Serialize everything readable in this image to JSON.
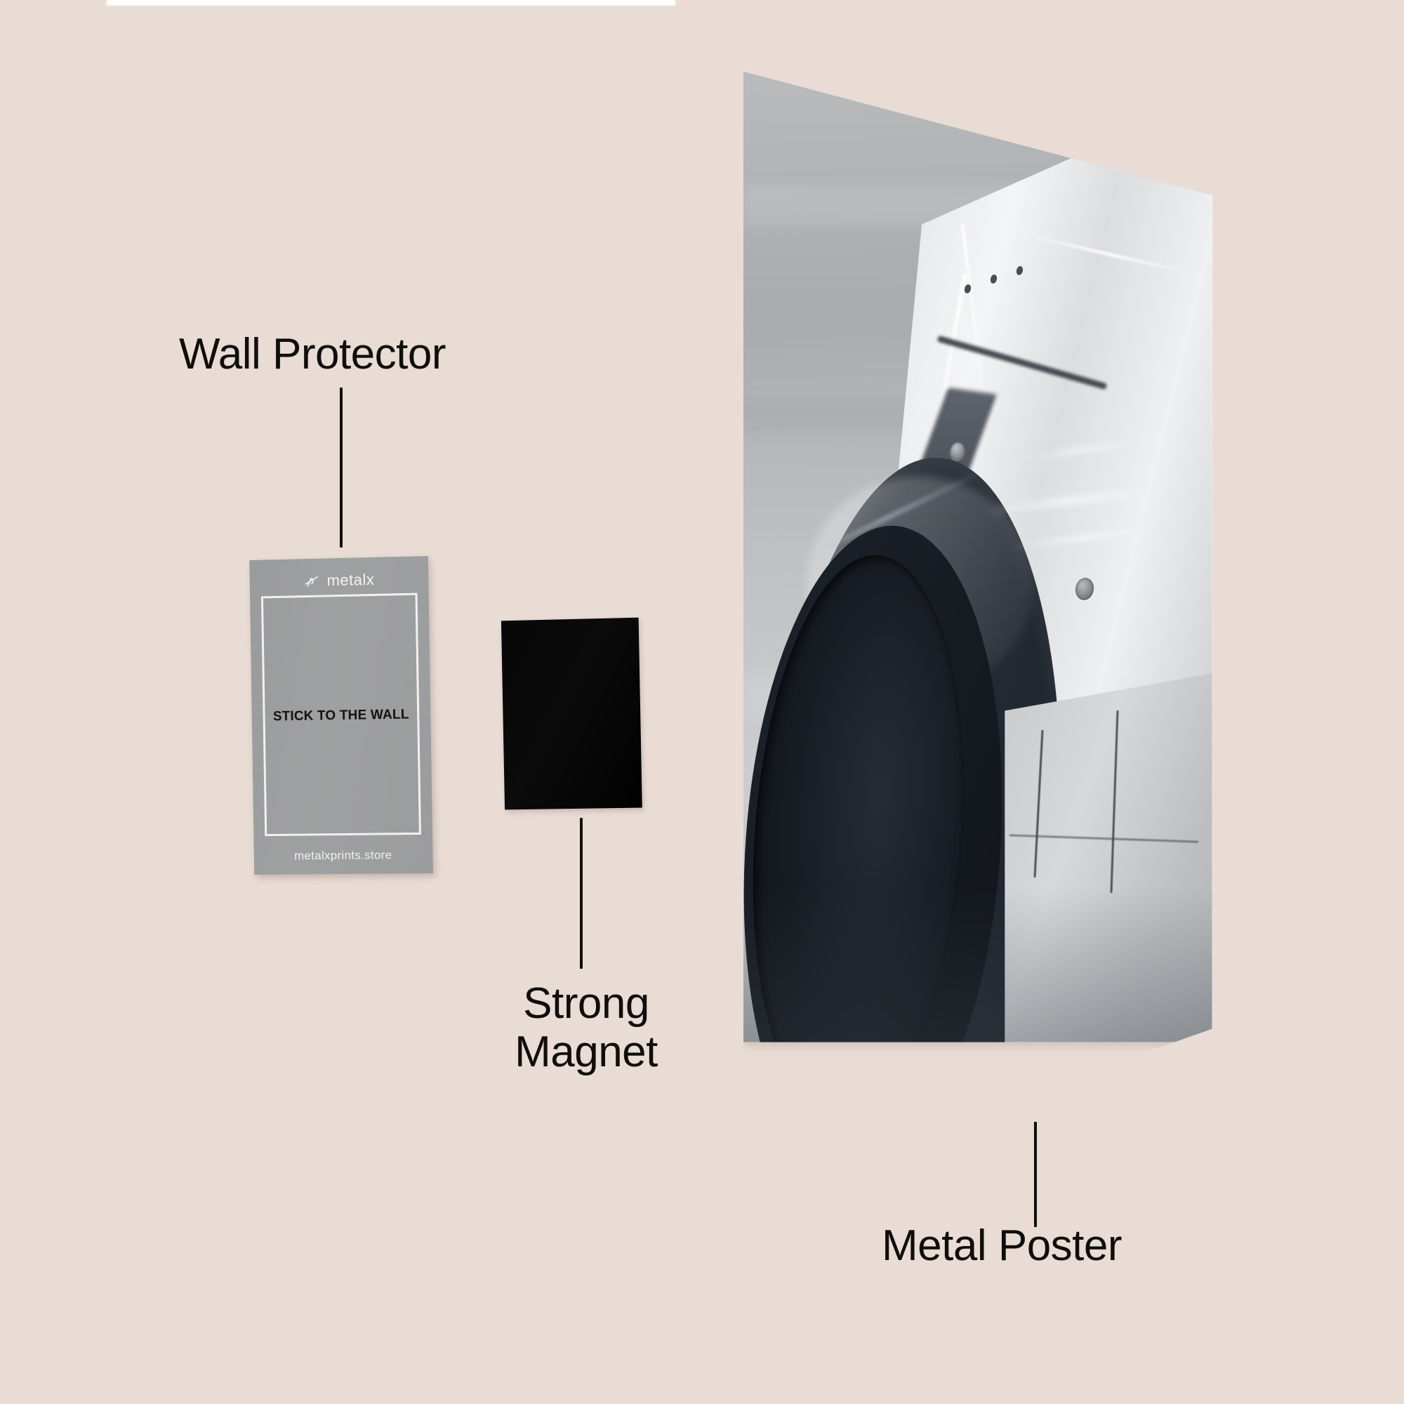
{
  "background": {
    "color": "#E8DCD4"
  },
  "top_band": {
    "color": "#FFFFFF"
  },
  "callouts": [
    {
      "key": "wall_protector",
      "label": "Wall Protector",
      "line_color": "#100E0C"
    },
    {
      "key": "strong_magnet",
      "label": "Strong\nMagnet",
      "line_color": "#100E0C"
    },
    {
      "key": "metal_poster",
      "label": "Metal Poster",
      "line_color": "#100E0C"
    }
  ],
  "wall_protector_card": {
    "brand_name": "metalx",
    "brand_mark": "metalx-logo-icon",
    "headline": "STICK TO THE WALL",
    "website": "metalxprints.store",
    "sheet_color": "#9B9C9D",
    "frame_color": "#F2F1EF",
    "headline_color": "#14120F"
  },
  "magnet": {
    "name": "Strong Magnet",
    "color": "#070707"
  },
  "metal_poster": {
    "name": "Metal Poster",
    "subject": "white widebody sports car front fender and wheel",
    "dominant_colors": [
      "#C4C6C8",
      "#E9EAEB",
      "#1D232B"
    ]
  }
}
